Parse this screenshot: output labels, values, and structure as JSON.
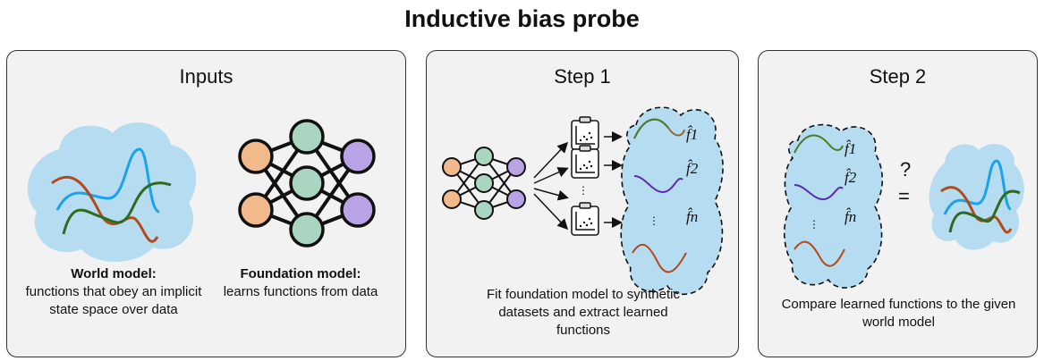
{
  "title": "Inductive bias probe",
  "panels": {
    "inputs": {
      "title": "Inputs",
      "world_model": {
        "heading": "World model:",
        "text": "functions that obey an implicit state space over data"
      },
      "foundation_model": {
        "heading": "Foundation model:",
        "text": "learns functions from data"
      }
    },
    "step1": {
      "title": "Step 1",
      "caption": "Fit foundation model to synthetic datasets and extract learned functions",
      "function_labels": [
        "f̂1",
        "f̂2",
        "f̂n"
      ],
      "ellipsis": "⋮"
    },
    "step2": {
      "title": "Step 2",
      "caption": "Compare learned functions to the given world model",
      "function_labels": [
        "f̂1",
        "f̂2",
        "f̂n"
      ],
      "ellipsis": "⋮",
      "question": "?",
      "equals": "="
    }
  },
  "colors": {
    "cloud": "#b6dcf2",
    "blue": "#1aa3e8",
    "brown": "#b24a1a",
    "green": "#2d6b1f",
    "purple": "#5a2ea6",
    "node_orange": "#f2b98a",
    "node_teal": "#a9d5c1",
    "node_purple": "#b9a2e6"
  }
}
